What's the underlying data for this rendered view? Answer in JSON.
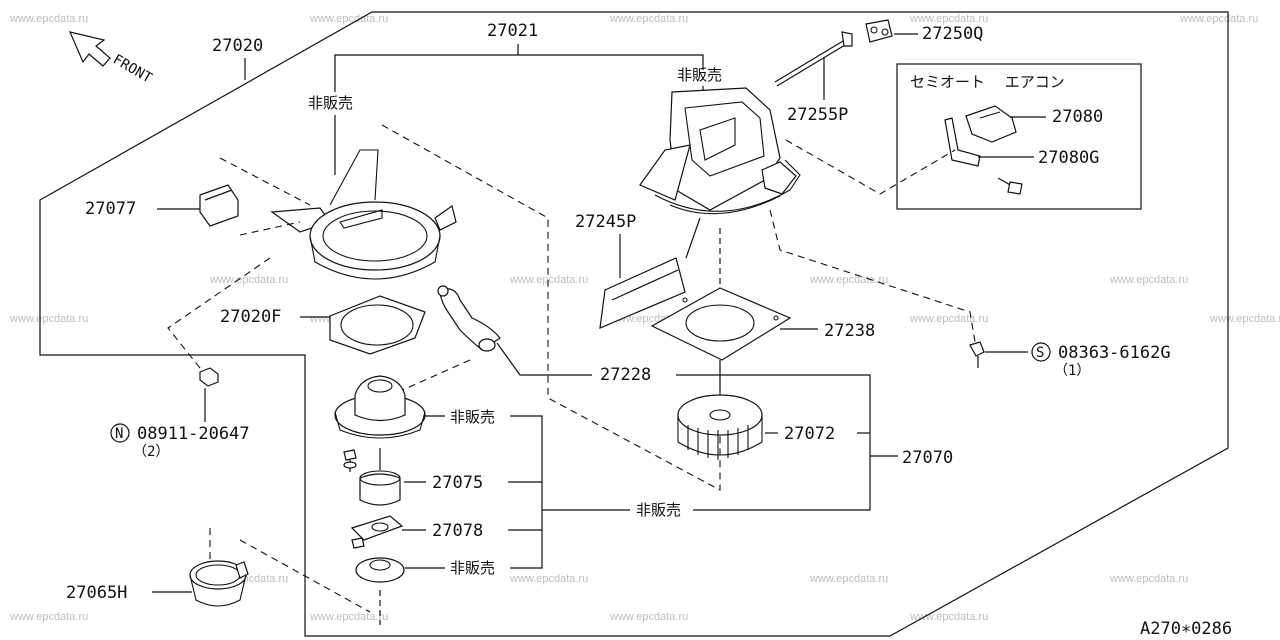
{
  "diagram": {
    "watermark": "www.epcdata.ru",
    "front_label": "FRONT",
    "ref_code": "A270∗0286",
    "not_sold": "非販売",
    "parts": {
      "p27020": "27020",
      "p27021": "27021",
      "p27250Q": "27250Q",
      "p27255P": "27255P",
      "p27080": "27080",
      "p27080G": "27080G",
      "p27077": "27077",
      "p27245P": "27245P",
      "p27020F": "27020F",
      "p27238": "27238",
      "p08363": "08363-6162G",
      "p08363_qty": "（1）",
      "p27228": "27228",
      "p27072": "27072",
      "p27070": "27070",
      "p08911": "08911-20647",
      "p08911_qty": "（2）",
      "p27075": "27075",
      "p27078": "27078",
      "p27065H": "27065H"
    },
    "semi_auto_box": "セミオート　 エアコン",
    "symbol_s": "S",
    "symbol_n": "N"
  }
}
